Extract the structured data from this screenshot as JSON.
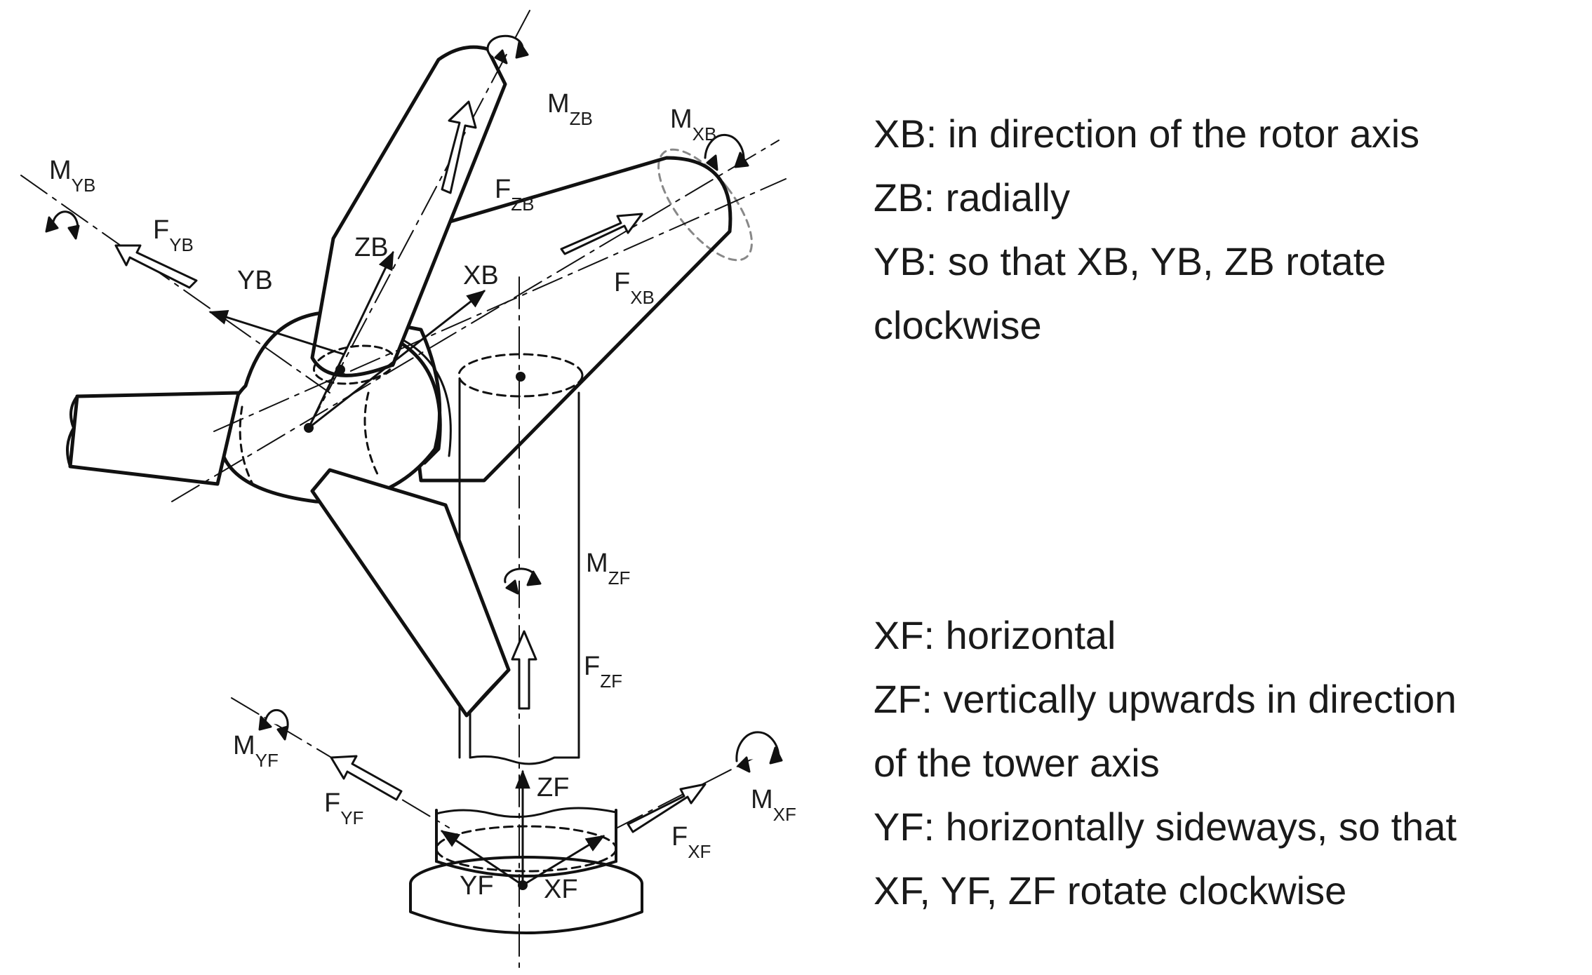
{
  "diagram": {
    "labels": {
      "M_ZB": {
        "main": "M",
        "sub": "ZB"
      },
      "M_XB": {
        "main": "M",
        "sub": "XB"
      },
      "M_YB": {
        "main": "M",
        "sub": "YB"
      },
      "F_ZB": {
        "main": "F",
        "sub": "ZB"
      },
      "F_YB": {
        "main": "F",
        "sub": "YB"
      },
      "F_XB": {
        "main": "F",
        "sub": "XB"
      },
      "M_ZF": {
        "main": "M",
        "sub": "ZF"
      },
      "F_ZF": {
        "main": "F",
        "sub": "ZF"
      },
      "M_YF": {
        "main": "M",
        "sub": "YF"
      },
      "F_YF": {
        "main": "F",
        "sub": "YF"
      },
      "M_XF": {
        "main": "M",
        "sub": "XF"
      },
      "F_XF": {
        "main": "F",
        "sub": "XF"
      },
      "ZB": "ZB",
      "XB": "XB",
      "YB": "YB",
      "ZF": "ZF",
      "YF": "YF",
      "XF": "XF"
    }
  },
  "descriptions": {
    "blade": [
      "XB: in direction of the rotor axis",
      "ZB: radially",
      "YB: so that XB, YB, ZB rotate",
      "clockwise"
    ],
    "foundation": [
      "XF: horizontal",
      "ZF: vertically upwards in direction",
      "of the tower axis",
      "YF: horizontally sideways, so that",
      "XF, YF, ZF rotate clockwise"
    ]
  }
}
